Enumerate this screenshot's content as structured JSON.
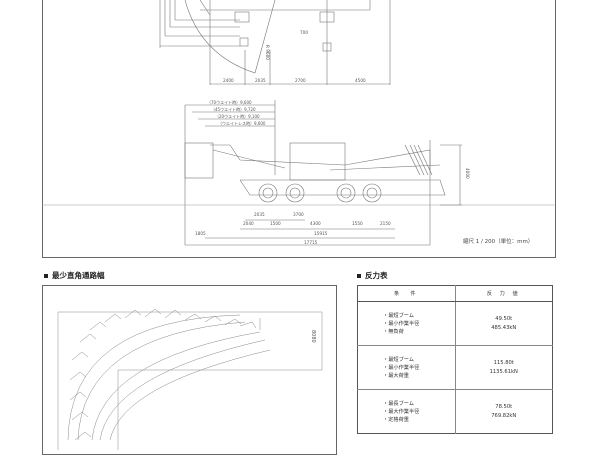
{
  "top_drawing": {
    "plan_view_dims": [
      "2400",
      "2035",
      "2700",
      "4500"
    ],
    "plan_view_labels": {
      "turn_radius": "R 9600",
      "angle": "700"
    },
    "counterweight_labels": [
      "（70ウエイト時）9,600",
      "（45ウエイト時）9,720",
      "（20ウエイト時）9,100",
      "（ウエイトレス時）9,600"
    ],
    "side_view_dims_row1": [
      "2035",
      "3700"
    ],
    "side_view_dims_row2": [
      "2040",
      "1500",
      "4300",
      "1550",
      "2150"
    ],
    "overhang_front": "1805",
    "length_chassis": "15915",
    "length_total": "17715",
    "height": "4000",
    "scale_note": "縮尺 1 / 200（単位：mm）"
  },
  "turning_path": {
    "title": "最少直角通路幅",
    "width_dim": "8080"
  },
  "reaction_table": {
    "title": "反力表",
    "headers": [
      "条　件",
      "反 力 値"
    ],
    "rows": [
      {
        "conditions": [
          "・最短ブーム",
          "・最小作業半径",
          "・無負荷"
        ],
        "values": [
          "49.50t",
          "485.43kN"
        ]
      },
      {
        "conditions": [
          "・最短ブーム",
          "・最小作業半径",
          "・最大荷重"
        ],
        "values": [
          "115.80t",
          "1135.61kN"
        ]
      },
      {
        "conditions": [
          "・最長ブーム",
          "・最大作業半径",
          "・定格荷重"
        ],
        "values": [
          "78.50t",
          "769.82kN"
        ]
      }
    ]
  }
}
